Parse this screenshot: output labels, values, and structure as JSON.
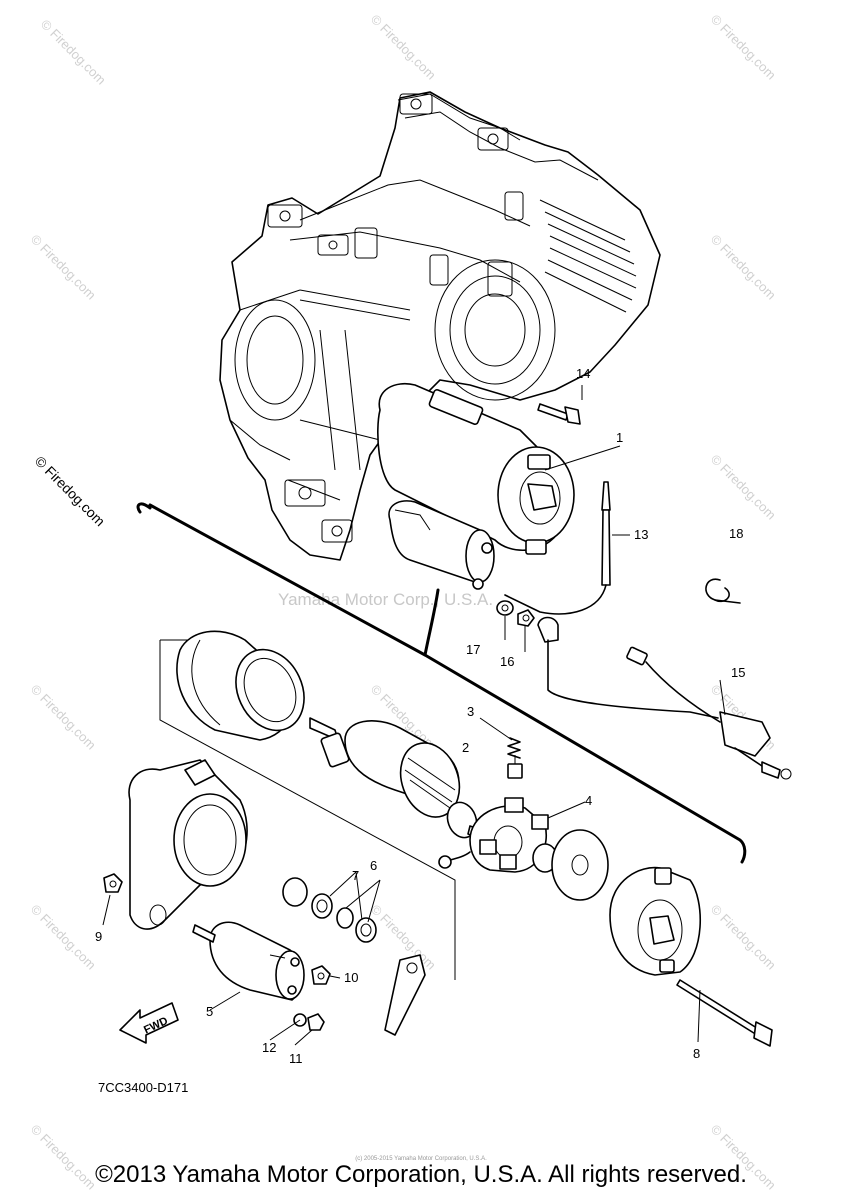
{
  "diagram": {
    "center_watermark": "Yamaha Motor Corp., U.S.A.",
    "side_watermark": "© Firedog.com",
    "code": "7CC3400-D171",
    "fwd_label": "FWD",
    "callouts": [
      {
        "id": "1",
        "text": "1"
      },
      {
        "id": "2",
        "text": "2"
      },
      {
        "id": "3",
        "text": "3"
      },
      {
        "id": "4",
        "text": "4"
      },
      {
        "id": "5",
        "text": "5"
      },
      {
        "id": "6",
        "text": "6"
      },
      {
        "id": "7",
        "text": "7"
      },
      {
        "id": "8",
        "text": "8"
      },
      {
        "id": "9",
        "text": "9"
      },
      {
        "id": "10",
        "text": "10"
      },
      {
        "id": "11",
        "text": "11"
      },
      {
        "id": "12",
        "text": "12"
      },
      {
        "id": "13",
        "text": "13"
      },
      {
        "id": "14",
        "text": "14"
      },
      {
        "id": "15",
        "text": "15"
      },
      {
        "id": "16",
        "text": "16"
      },
      {
        "id": "17",
        "text": "17"
      },
      {
        "id": "18",
        "text": "18"
      }
    ]
  },
  "footer": {
    "copyright": "©2013 Yamaha Motor Corporation, U.S.A. All rights reserved.",
    "tiny_note": "(c) 2005-2015 Yamaha Motor Corporation, U.S.A."
  }
}
